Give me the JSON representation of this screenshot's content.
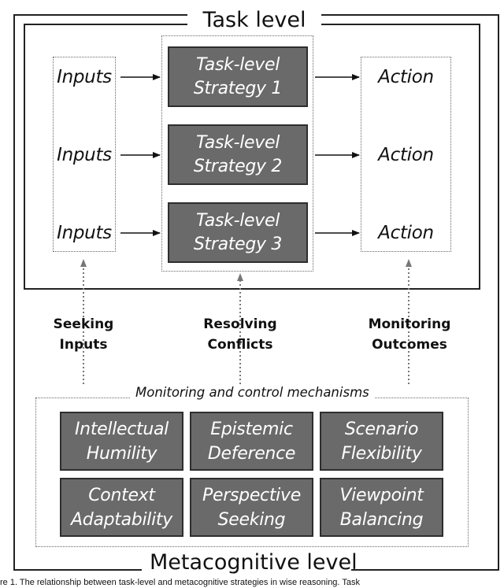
{
  "task_level": {
    "title": "Task level",
    "inputs": [
      "Inputs",
      "Inputs",
      "Inputs"
    ],
    "strategies": [
      {
        "line1": "Task-level",
        "line2": "Strategy 1"
      },
      {
        "line1": "Task-level",
        "line2": "Strategy 2"
      },
      {
        "line1": "Task-level",
        "line2": "Strategy 3"
      }
    ],
    "actions": [
      "Action",
      "Action",
      "Action"
    ]
  },
  "links": [
    {
      "line1": "Seeking",
      "line2": "Inputs"
    },
    {
      "line1": "Resolving",
      "line2": "Conflicts"
    },
    {
      "line1": "Monitoring",
      "line2": "Outcomes"
    }
  ],
  "metacognitive_level": {
    "title": "Metacognitive level",
    "mechanisms_label": "Monitoring and control mechanisms",
    "boxes": [
      {
        "line1": "Intellectual",
        "line2": "Humility"
      },
      {
        "line1": "Epistemic",
        "line2": "Deference"
      },
      {
        "line1": "Scenario",
        "line2": "Flexibility"
      },
      {
        "line1": "Context",
        "line2": "Adaptability"
      },
      {
        "line1": "Perspective",
        "line2": "Seeking"
      },
      {
        "line1": "Viewpoint",
        "line2": "Balancing"
      }
    ]
  },
  "caption": "re 1. The relationship between task-level and metacognitive strategies in wise reasoning. Task"
}
